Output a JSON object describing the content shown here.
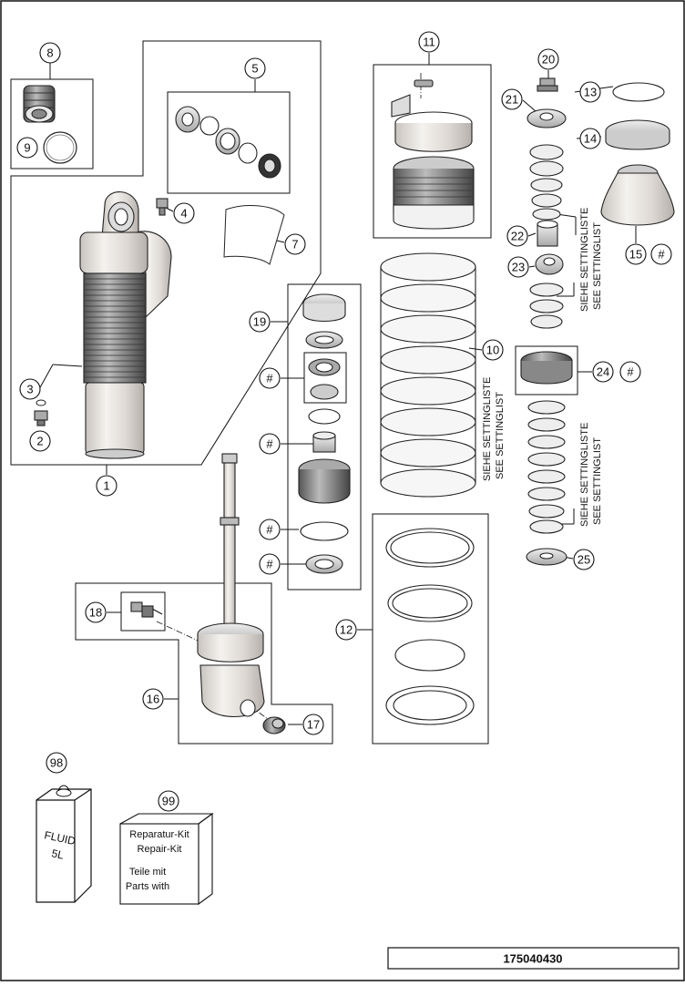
{
  "parts": {
    "p1": "1",
    "p2": "2",
    "p3": "3",
    "p4": "4",
    "p5": "5",
    "p7": "7",
    "p8": "8",
    "p9": "9",
    "p10": "10",
    "p11": "11",
    "p12": "12",
    "p13": "13",
    "p14": "14",
    "p15": "15",
    "p16": "16",
    "p17": "17",
    "p18": "18",
    "p19": "19",
    "p20": "20",
    "p21": "21",
    "p22": "22",
    "p23": "23",
    "p24": "24",
    "p25": "25",
    "p98": "98",
    "p99": "99",
    "hash": "#"
  },
  "setting_list": {
    "de": "SIEHE SETTINGLISTE",
    "en": "SEE SETTINGLIST"
  },
  "can": {
    "line1": "FLUID",
    "line2": "5L"
  },
  "kit": {
    "line1": "Reparatur-Kit",
    "line2": "Repair-Kit",
    "line3": "Teile mit",
    "line4": "Parts with"
  },
  "drawing_code": "175040430"
}
